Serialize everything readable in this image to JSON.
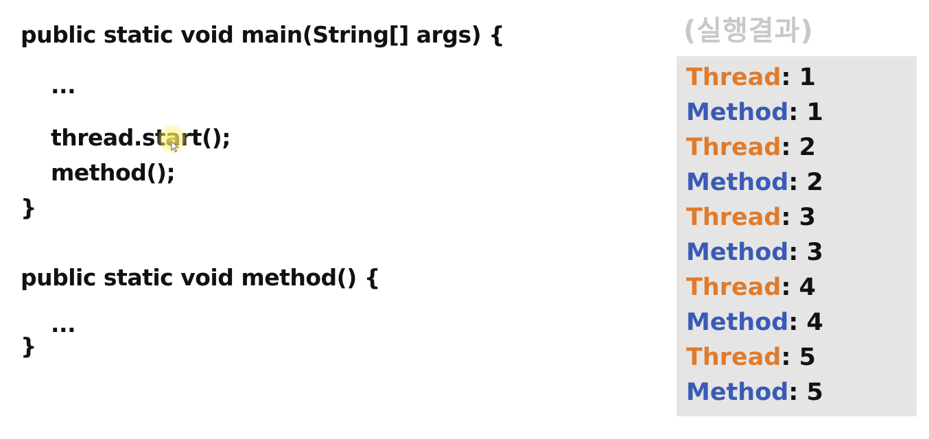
{
  "code": {
    "lines": [
      "public static void main(String[] args) {",
      "...",
      "thread.start();",
      "method();",
      "}",
      "public static void method() {",
      "...",
      "}"
    ]
  },
  "result": {
    "title": "(실행결과)",
    "rows": [
      {
        "label": "Thread",
        "value": ": 1",
        "color": "#e07b2c"
      },
      {
        "label": "Method",
        "value": ": 1",
        "color": "#3a5bb5"
      },
      {
        "label": "Thread",
        "value": ": 2",
        "color": "#e07b2c"
      },
      {
        "label": "Method",
        "value": ": 2",
        "color": "#3a5bb5"
      },
      {
        "label": "Thread",
        "value": ": 3",
        "color": "#e07b2c"
      },
      {
        "label": "Method",
        "value": ": 3",
        "color": "#3a5bb5"
      },
      {
        "label": "Thread",
        "value": ": 4",
        "color": "#e07b2c"
      },
      {
        "label": "Method",
        "value": ": 4",
        "color": "#3a5bb5"
      },
      {
        "label": "Thread",
        "value": ": 5",
        "color": "#e07b2c"
      },
      {
        "label": "Method",
        "value": ": 5",
        "color": "#3a5bb5"
      }
    ]
  },
  "icons": {
    "cursor": "mouse-pointer-icon"
  }
}
